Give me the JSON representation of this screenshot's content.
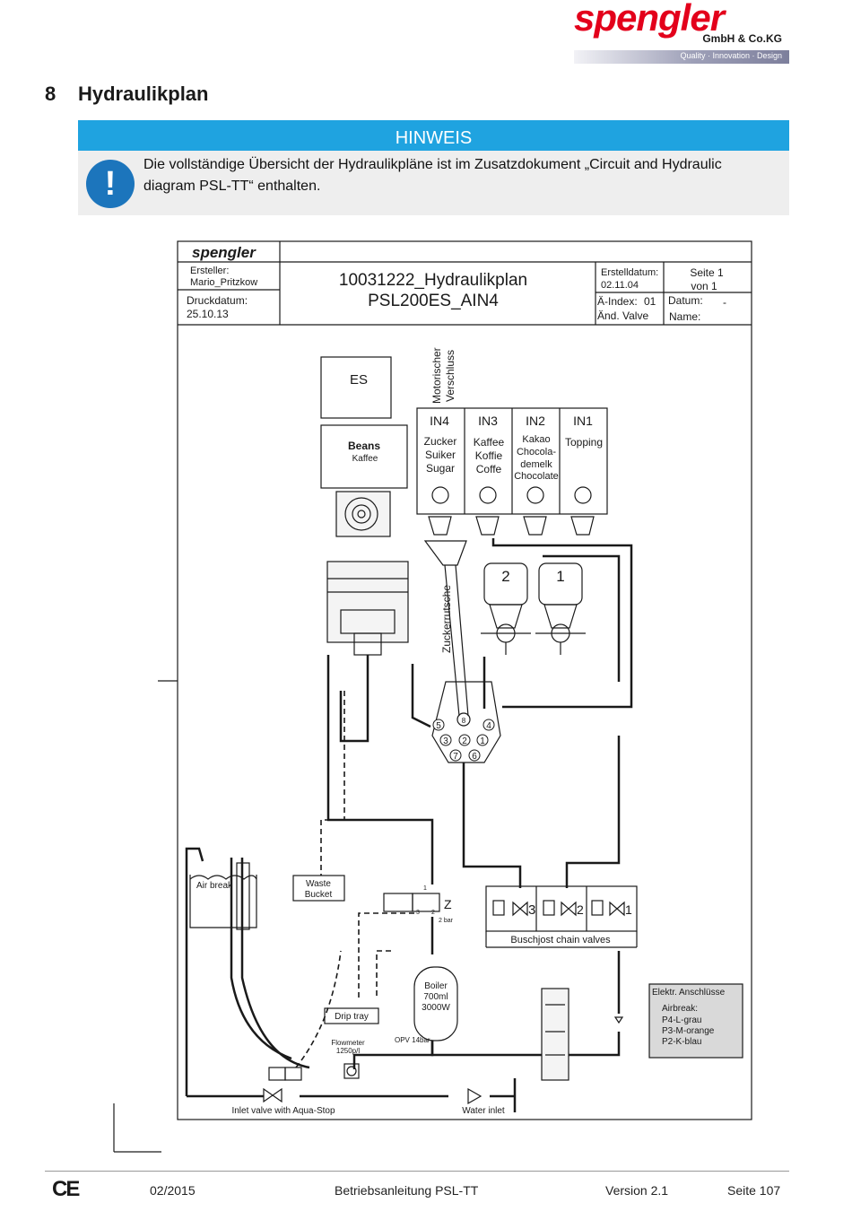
{
  "brand": {
    "name": "spengler",
    "company": "GmbH & Co.KG",
    "tagline": "Quality · Innovation · Design"
  },
  "section": {
    "number": "8",
    "title": "Hydraulikplan"
  },
  "note": {
    "header": "HINWEIS",
    "icon": "exclamation-icon",
    "text": "Die vollständige Übersicht der Hydraulikpläne ist im Zusatzdokument „Circuit and Hydraulic diagram PSL-TT“ enthalten."
  },
  "titleblock": {
    "logo": "spengler",
    "author_label": "Ersteller:",
    "author": "Mario_Pritzkow",
    "print_label": "Druckdatum:",
    "print_date": "25.10.13",
    "title_line1": "10031222_Hydraulikplan",
    "title_line2": "PSL200ES_AIN4",
    "created_label": "Erstelldatum:",
    "created_date": "02.11.04",
    "index_label": "Ä-Index:",
    "index_value": "01",
    "change_label": "Änd. Valve",
    "page_label": "Seite 1",
    "page_of": "von 1",
    "date_label": "Datum:",
    "date_value": "-",
    "name_label": "Name:"
  },
  "diagram": {
    "es": "ES",
    "motor_line1": "Motorischer",
    "motor_line2": "Verschluss",
    "beans": "Beans",
    "kaffee": "Kaffee",
    "canisters": [
      {
        "id": "IN4",
        "lines": [
          "Zucker",
          "Suiker",
          "Sugar"
        ]
      },
      {
        "id": "IN3",
        "lines": [
          "Kaffee",
          "Koffie",
          "Coffe"
        ]
      },
      {
        "id": "IN2",
        "lines": [
          "Kakao",
          "Chocola-",
          "demelk",
          "Chocolate"
        ]
      },
      {
        "id": "IN1",
        "lines": [
          "Topping"
        ]
      }
    ],
    "mixer_2": "2",
    "mixer_1": "1",
    "zuckerrutsche": "Zuckerrutsche",
    "ports": [
      "5",
      "8",
      "4",
      "3",
      "2",
      "1",
      "7",
      "6"
    ],
    "air_break": "Air break",
    "waste_bucket_line1": "Waste",
    "waste_bucket_line2": "Bucket",
    "valve_z": "Z",
    "valve_1": "1",
    "valve_3": "3",
    "valve_2": "2",
    "valve_2bar": "2 bar",
    "chain_3": "3",
    "chain_2": "2",
    "chain_1": "1",
    "chain_label": "Buschjost chain valves",
    "boiler_line1": "Boiler",
    "boiler_line2": "700ml",
    "boiler_line3": "3000W",
    "drip_tray": "Drip tray",
    "flowmeter_line1": "Flowmeter",
    "flowmeter_line2": "1250p/l",
    "opv": "OPV 14bar",
    "elektr_title": "Elektr. Anschlüsse",
    "elektr_lines": [
      "Airbreak:",
      "P4-L-grau",
      "P3-M-orange",
      "P2-K-blau"
    ],
    "inlet_valve": "Inlet valve with Aqua-Stop",
    "water_inlet": "Water inlet"
  },
  "footer": {
    "ce": "CE",
    "date": "02/2015",
    "doc": "Betriebsanleitung PSL-TT",
    "version": "Version 2.1",
    "page": "Seite 107"
  }
}
